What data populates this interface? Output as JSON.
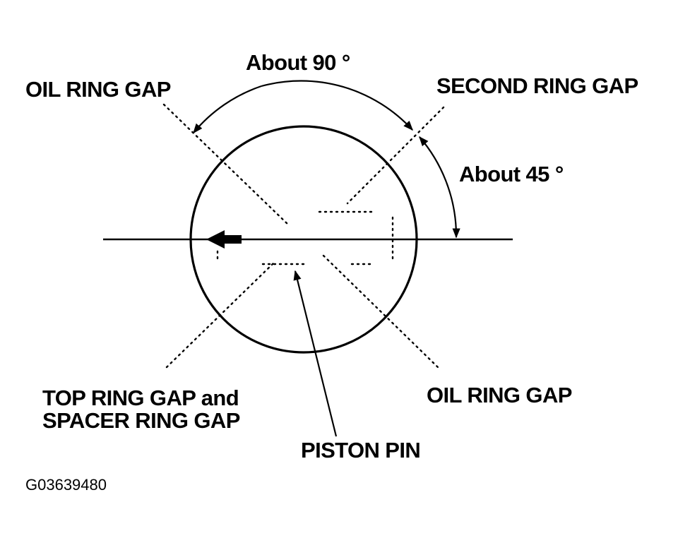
{
  "diagram": {
    "labels": {
      "about_90": "About 90 °",
      "about_45": "About 45 °",
      "oil_ring_gap_top": "OIL RING GAP",
      "second_ring_gap": "SECOND RING GAP",
      "top_ring_gap_line1": "TOP RING GAP and",
      "top_ring_gap_line2": "SPACER RING GAP",
      "oil_ring_gap_bottom": "OIL RING GAP",
      "piston_pin": "PISTON PIN"
    },
    "figure_code": "G03639480"
  }
}
